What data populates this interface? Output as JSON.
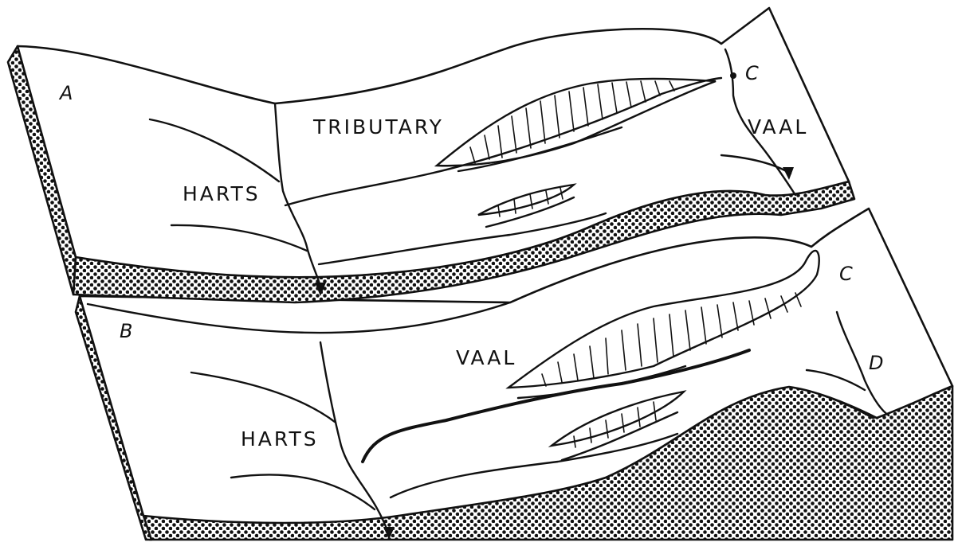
{
  "block_a": {
    "letter": "A",
    "corner_letter": "C",
    "tributary_label": "TRIBUTARY",
    "harts_label": "HARTS",
    "vaal_label": "VAAL"
  },
  "block_b": {
    "letter": "B",
    "corner_letter": "C",
    "vaal_label": "VAAL",
    "harts_label": "HARTS",
    "point_letter": "D"
  }
}
